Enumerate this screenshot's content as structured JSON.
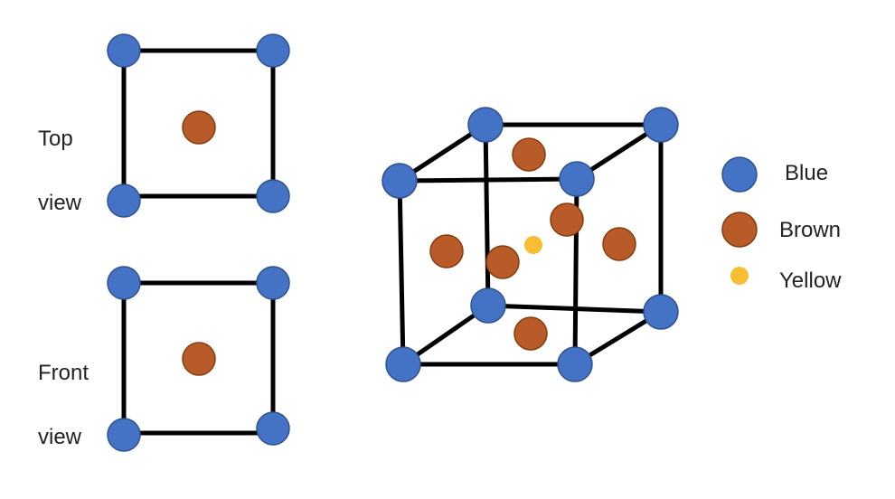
{
  "top_view": {
    "label_line1": "Top",
    "label_line2": "view"
  },
  "front_view": {
    "label_line1": "Front",
    "label_line2": "view"
  },
  "legend": {
    "blue": {
      "label": "Blue",
      "color": "#4472C4"
    },
    "brown": {
      "label": "Brown",
      "color": "#B85B28"
    },
    "yellow": {
      "label": "Yellow",
      "color": "#F6BE34"
    }
  },
  "colors": {
    "edge": "#000000",
    "node_stroke": "#2F528F",
    "brown_stroke": "#843C0C"
  }
}
